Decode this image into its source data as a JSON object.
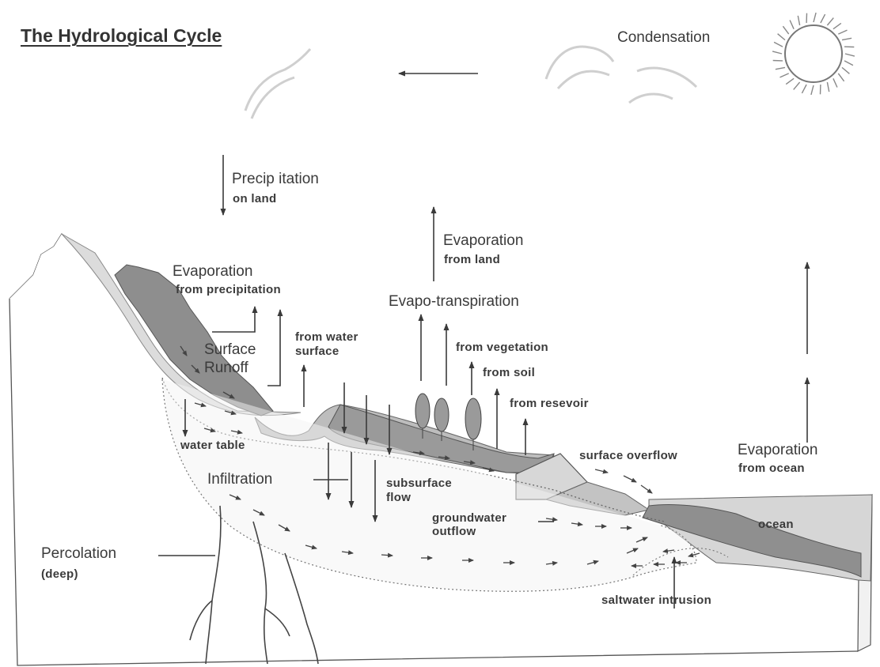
{
  "title": "The Hydrological Cycle",
  "labels": {
    "condensation": "Condensation",
    "precipitation": "Precip itation",
    "precipitation_sub": "on land",
    "evap_land": "Evaporation",
    "evap_land_sub": "from land",
    "evap_precip": "Evaporation",
    "evap_precip_sub": "from precipitation",
    "evapo_transpiration": "Evapo-transpiration",
    "from_water_surface_1": "from water",
    "from_water_surface_2": "surface",
    "surface_runoff_1": "Surface",
    "surface_runoff_2": "Runoff",
    "from_vegetation": "from vegetation",
    "from_soil": "from soil",
    "from_resevoir": "from resevoir",
    "water_table": "water table",
    "infiltration": "Infiltration",
    "subsurface_flow_1": "subsurface",
    "subsurface_flow_2": "flow",
    "groundwater_outflow_1": "groundwater",
    "groundwater_outflow_2": "outflow",
    "surface_overflow": "surface overflow",
    "evap_ocean": "Evaporation",
    "evap_ocean_sub": "from ocean",
    "ocean": "ocean",
    "percolation": "Percolation",
    "percolation_sub": "(deep)",
    "saltwater_intrusion": "saltwater intrusion"
  },
  "colors": {
    "ink": "#3a3a3a",
    "dark_land": "#8a8a8a",
    "light_land": "#d2d2d2",
    "ocean": "#9a9a9a"
  }
}
